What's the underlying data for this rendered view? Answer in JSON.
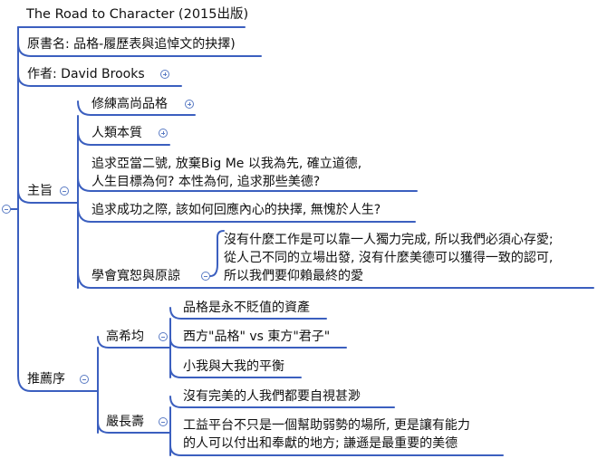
{
  "mindmap": {
    "colors": {
      "branch": "#3b5fbf",
      "toggle": "#5a7bc4"
    },
    "root": {
      "label": "The Road to Character (2015出版)"
    },
    "original_title": {
      "label": "原書名: 品格-履歷表與追悼文的抉擇)"
    },
    "author": {
      "label": "作者: David Brooks"
    },
    "theme": {
      "label": "主旨",
      "children": [
        {
          "label": "修練高尚品格"
        },
        {
          "label": "人類本質"
        },
        {
          "lines": [
            "追求亞當二號, 放棄Big Me 以我為先, 確立道德,",
            "人生目標為何? 本性為何, 追求那些美德?"
          ]
        },
        {
          "label": "追求成功之際, 該如何回應內心的抉擇, 無愧於人生?"
        },
        {
          "label": "學會寬恕與原諒",
          "note_lines": [
            "沒有什麼工作是可以靠一人獨力完成, 所以我們必須心存愛;",
            "從人己不同的立場出發, 沒有什麼美德可以獲得一致的認可,",
            "所以我們要仰賴最終的愛"
          ]
        }
      ]
    },
    "recommend": {
      "label": "推薦序",
      "children": [
        {
          "label": "高希均",
          "children": [
            {
              "label": "品格是永不貶值的資產"
            },
            {
              "label": "西方\"品格\" vs 東方\"君子\""
            },
            {
              "label": "小我與大我的平衡"
            }
          ]
        },
        {
          "label": "嚴長壽",
          "children": [
            {
              "label": "沒有完美的人我們都要自視甚渺"
            },
            {
              "lines": [
                "工益平台不只是一個幫助弱勢的場所, 更是讓有能力",
                "的人可以付出和奉獻的地方; 謙遜是最重要的美德"
              ]
            }
          ]
        }
      ]
    }
  }
}
